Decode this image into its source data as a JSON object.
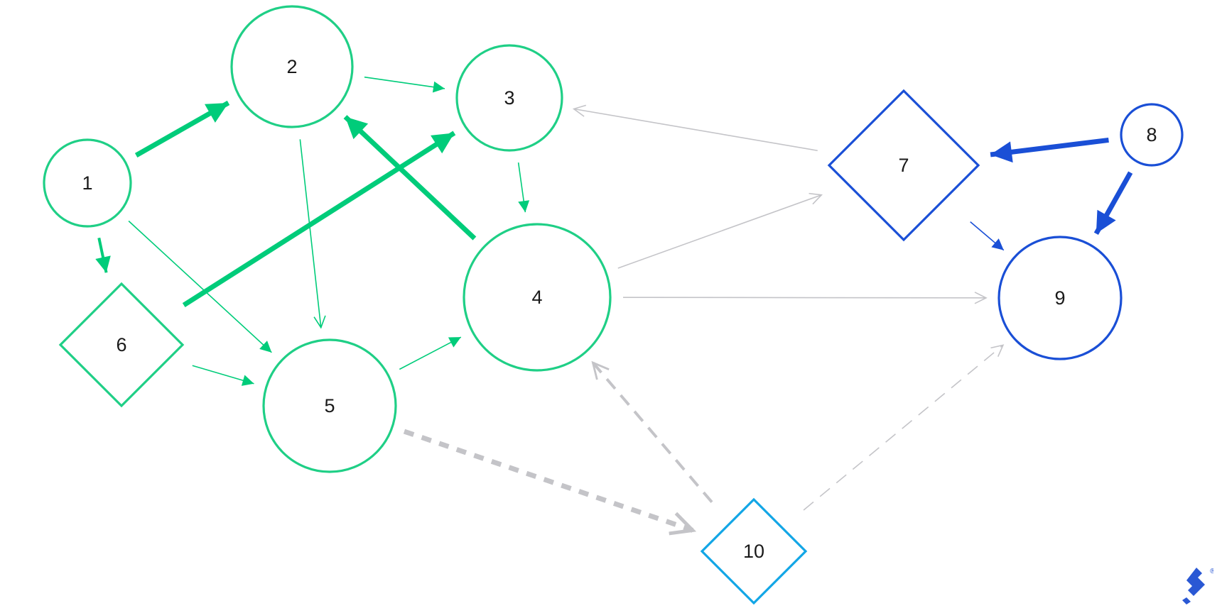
{
  "colors": {
    "green": "#00cc7a",
    "green_node": "#1fcf86",
    "gray": "#c4c4c8",
    "dark_blue": "#1a4fd6",
    "light_blue": "#12a6e6",
    "logo_blue": "#2a58d4"
  },
  "nodes": [
    {
      "id": "1",
      "label": "1",
      "shape": "circle",
      "group": "green"
    },
    {
      "id": "2",
      "label": "2",
      "shape": "circle",
      "group": "green"
    },
    {
      "id": "3",
      "label": "3",
      "shape": "circle",
      "group": "green"
    },
    {
      "id": "4",
      "label": "4",
      "shape": "circle",
      "group": "green"
    },
    {
      "id": "5",
      "label": "5",
      "shape": "circle",
      "group": "green"
    },
    {
      "id": "6",
      "label": "6",
      "shape": "diamond",
      "group": "green"
    },
    {
      "id": "7",
      "label": "7",
      "shape": "diamond",
      "group": "dark_blue"
    },
    {
      "id": "8",
      "label": "8",
      "shape": "circle",
      "group": "dark_blue"
    },
    {
      "id": "9",
      "label": "9",
      "shape": "circle",
      "group": "dark_blue"
    },
    {
      "id": "10",
      "label": "10",
      "shape": "diamond",
      "group": "light_blue"
    }
  ],
  "edges": [
    {
      "from": "1",
      "to": "2",
      "style": "solid",
      "weight": "heavy",
      "group": "green"
    },
    {
      "from": "1",
      "to": "5",
      "style": "solid",
      "weight": "thin",
      "group": "green"
    },
    {
      "from": "1",
      "to": "6",
      "style": "solid",
      "weight": "medium",
      "group": "green"
    },
    {
      "from": "2",
      "to": "3",
      "style": "solid",
      "weight": "thin",
      "group": "green"
    },
    {
      "from": "2",
      "to": "5",
      "style": "solid",
      "weight": "thin",
      "group": "green"
    },
    {
      "from": "3",
      "to": "4",
      "style": "solid",
      "weight": "thin",
      "group": "green"
    },
    {
      "from": "4",
      "to": "2",
      "style": "solid",
      "weight": "heavy",
      "group": "green"
    },
    {
      "from": "6",
      "to": "3",
      "style": "solid",
      "weight": "heavy",
      "group": "green"
    },
    {
      "from": "6",
      "to": "5",
      "style": "solid",
      "weight": "thin",
      "group": "green"
    },
    {
      "from": "5",
      "to": "4",
      "style": "solid",
      "weight": "thin",
      "group": "green"
    },
    {
      "from": "7",
      "to": "3",
      "style": "solid",
      "weight": "thin",
      "group": "gray"
    },
    {
      "from": "4",
      "to": "7",
      "style": "solid",
      "weight": "thin",
      "group": "gray"
    },
    {
      "from": "4",
      "to": "9",
      "style": "solid",
      "weight": "thin",
      "group": "gray"
    },
    {
      "from": "8",
      "to": "7",
      "style": "solid",
      "weight": "heavy",
      "group": "dark_blue"
    },
    {
      "from": "8",
      "to": "9",
      "style": "solid",
      "weight": "heavy",
      "group": "dark_blue"
    },
    {
      "from": "7",
      "to": "9",
      "style": "solid",
      "weight": "thin",
      "group": "dark_blue"
    },
    {
      "from": "5",
      "to": "10",
      "style": "dotted",
      "weight": "heavy",
      "group": "gray"
    },
    {
      "from": "10",
      "to": "4",
      "style": "dashed",
      "weight": "medium",
      "group": "gray"
    },
    {
      "from": "10",
      "to": "9",
      "style": "dashed",
      "weight": "thin",
      "group": "gray"
    }
  ],
  "logo": {
    "icon": "toptal-logo-icon",
    "mark": "®"
  }
}
